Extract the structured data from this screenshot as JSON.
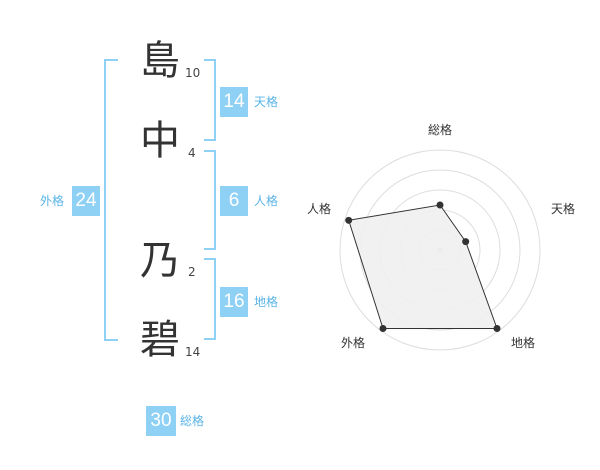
{
  "name": {
    "characters": [
      {
        "char": "島",
        "strokes": "10"
      },
      {
        "char": "中",
        "strokes": "4"
      },
      {
        "char": "乃",
        "strokes": "2"
      },
      {
        "char": "碧",
        "strokes": "14"
      }
    ]
  },
  "fortunes": {
    "tenkaku": {
      "value": "14",
      "label": "天格"
    },
    "jinkaku": {
      "value": "6",
      "label": "人格"
    },
    "chikaku": {
      "value": "16",
      "label": "地格"
    },
    "gaikaku": {
      "value": "24",
      "label": "外格"
    },
    "soukaku": {
      "value": "30",
      "label": "総格"
    }
  },
  "radar": {
    "axes": [
      "総格",
      "天格",
      "地格",
      "外格",
      "人格"
    ],
    "values": [
      0.45,
      0.27,
      0.97,
      0.97,
      0.96
    ],
    "colors": {
      "grid": "#dddddd",
      "fill": "#f0f0f0",
      "stroke": "#333333",
      "point": "#333333"
    }
  },
  "colors": {
    "accent": "#8fd0f5",
    "accent_text": "#5ab4e6"
  }
}
